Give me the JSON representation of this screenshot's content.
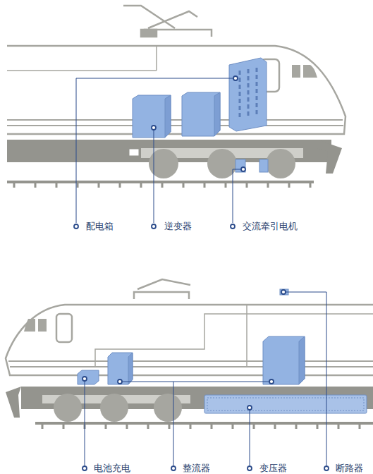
{
  "diagram": {
    "labels": [
      "配电箱",
      "逆变器",
      "交流牵引电机",
      "电池充电",
      "整流器",
      "变压器",
      "断路器"
    ]
  }
}
